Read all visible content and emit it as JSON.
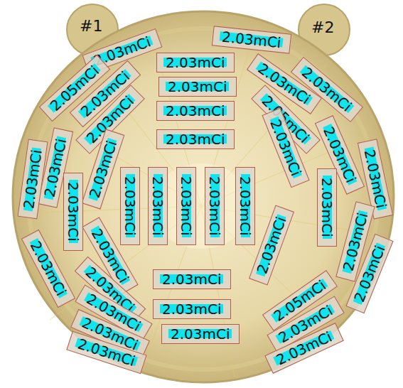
{
  "diagram": {
    "nodes": [
      {
        "text": [
          "2.03mCi"
        ]
      },
      {
        "text": [
          "2.03mCi"
        ]
      },
      {
        "text": [
          "2.03mCi"
        ]
      },
      {
        "text": [
          "2.05mCi"
        ]
      },
      {
        "text": [
          "2.03mCi"
        ]
      },
      {
        "text": [
          "2.03mCi"
        ]
      },
      {
        "text": [
          "2.03mCi"
        ]
      },
      {
        "text": [
          "2.03mCi"
        ]
      },
      {
        "text": [
          "2.03mCi"
        ]
      },
      {
        "text": [
          "2.05mCi"
        ]
      },
      {
        "text": [
          "2.03mCi"
        ]
      },
      {
        "text": [
          "2.03mCi"
        ]
      },
      {
        "text": [
          "2.03mCi"
        ]
      },
      {
        "text": [
          "2.03mCi"
        ]
      },
      {
        "text": [
          "2.03mCi"
        ]
      },
      {
        "text": [
          "2.03mCi"
        ]
      },
      {
        "text": [
          "2.03mCi"
        ]
      },
      {
        "text": [
          "2.03mCi"
        ]
      },
      {
        "text": [
          "2.03mCi"
        ]
      },
      {
        "text": [
          "2.03mCi"
        ]
      },
      {
        "text": [
          "2.03mCi"
        ]
      },
      {
        "text": [
          "2.03mCi"
        ]
      },
      {
        "text": [
          "2.03mCi"
        ]
      },
      {
        "text": [
          "2.03mCi"
        ]
      },
      {
        "text": [
          "2.03mCi"
        ]
      },
      {
        "text": [
          "2.03mCi"
        ]
      },
      {
        "text": [
          "2.03mCi"
        ]
      },
      {
        "text": [
          "2.03mCi"
        ]
      },
      {
        "text": [
          "2.03mCi"
        ]
      },
      {
        "text": [
          "2.03mCi"
        ]
      },
      {
        "text": [
          "2.03mCi"
        ]
      },
      {
        "text": [
          "2.03mCi"
        ]
      },
      {
        "text": [
          "2.05mCi"
        ]
      },
      {
        "text": [
          "2.03mCi"
        ]
      },
      {
        "text": [
          "2.03mCi"
        ]
      },
      {
        "text": [
          "2.03mCi"
        ]
      },
      {
        "text": [
          "2.03mCi"
        ]
      },
      {
        "text": [
          "2.03mCi"
        ]
      },
      {
        "text": [
          "2.03mCi"
        ]
      },
      {
        "text": [
          "2.03mCi"
        ]
      }
    ],
    "labels": [
      "#1",
      "#2"
    ]
  }
}
